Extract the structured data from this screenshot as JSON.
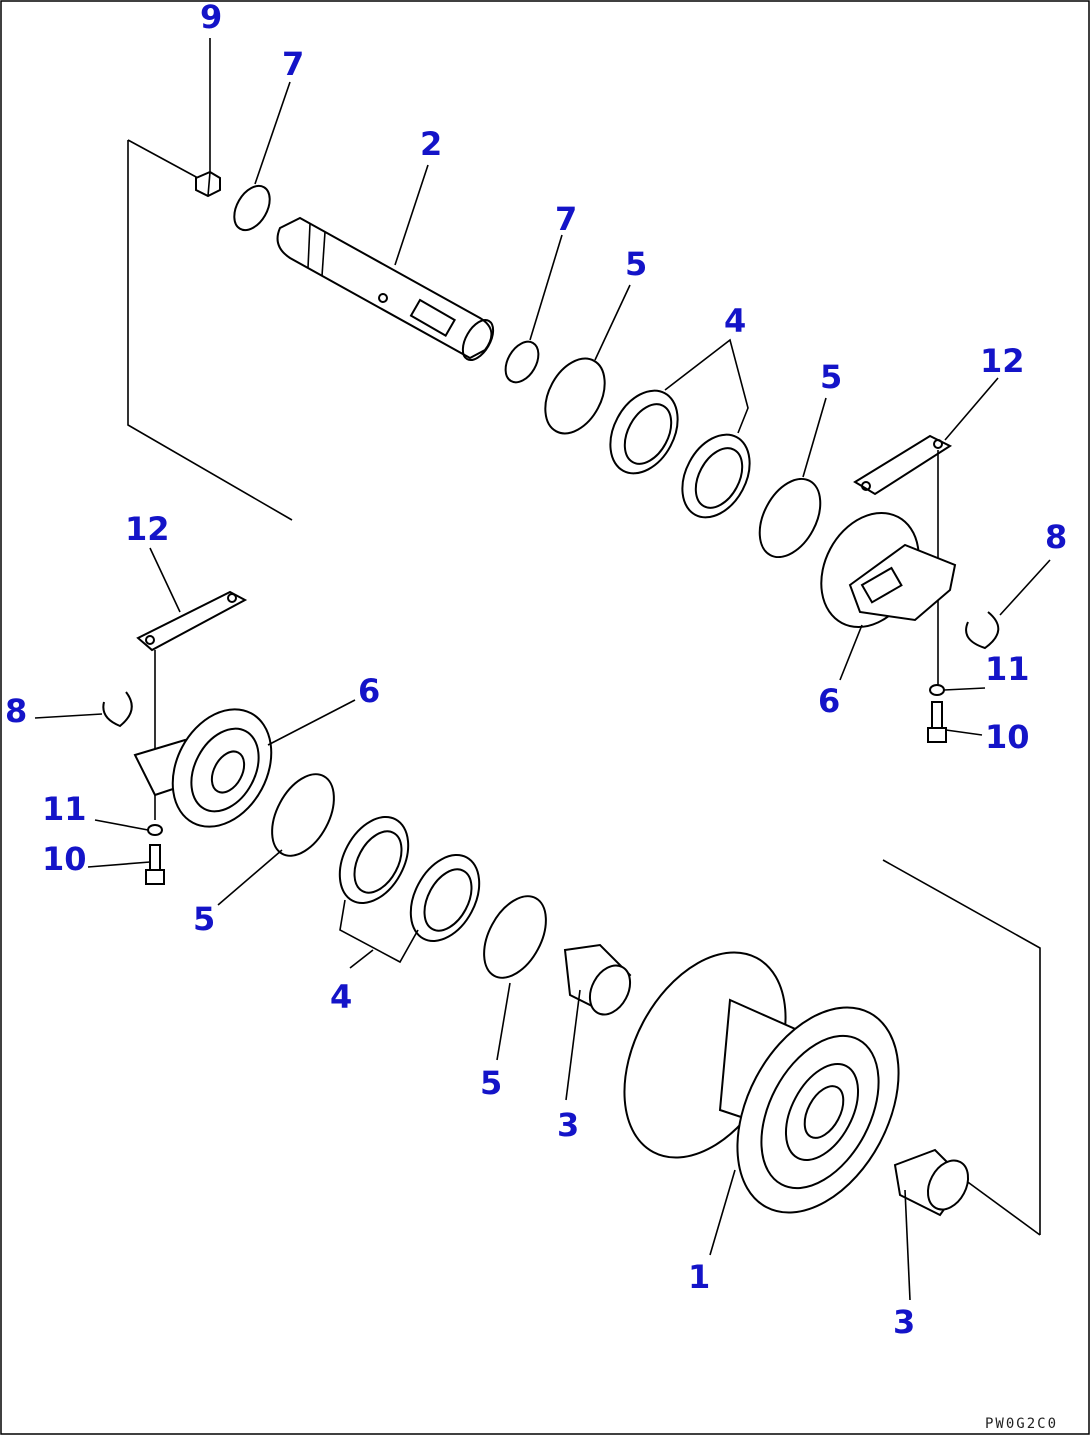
{
  "drawing_code": "PW0G2C0",
  "colors": {
    "callout": "#1414c8",
    "line": "#000000",
    "background": "#ffffff"
  },
  "callouts": {
    "p9": "9",
    "p7a": "7",
    "p2": "2",
    "p7b": "7",
    "p5a": "5",
    "p4a": "4",
    "p5b": "5",
    "p12a": "12",
    "p12b": "12",
    "p8a": "8",
    "p8b": "8",
    "p6a": "6",
    "p6b": "6",
    "p11a": "11",
    "p11b": "11",
    "p10a": "10",
    "p10b": "10",
    "p5c": "5",
    "p4b": "4",
    "p5d": "5",
    "p3a": "3",
    "p1": "1",
    "p3b": "3"
  }
}
